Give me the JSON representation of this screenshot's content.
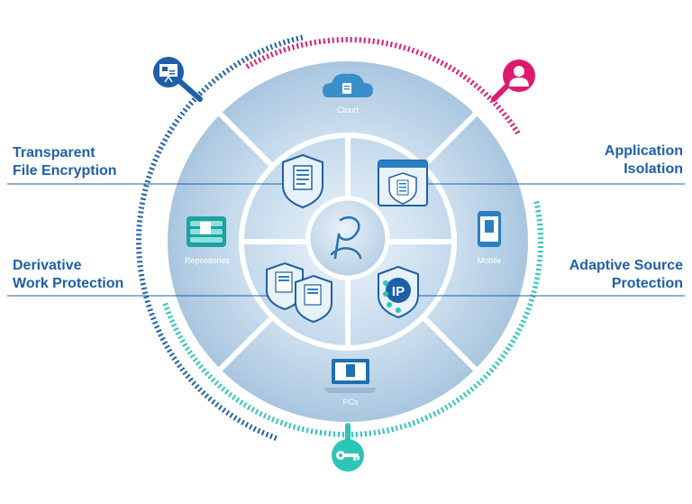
{
  "features": {
    "transparent_file_encryption": {
      "line1": "Transparent",
      "line2": "File Encryption"
    },
    "application_isolation": {
      "line1": "Application",
      "line2": "Isolation"
    },
    "derivative_work_protection": {
      "line1": "Derivative",
      "line2": "Work Protection"
    },
    "adaptive_source_protection": {
      "line1": "Adaptive Source",
      "line2": "Protection"
    }
  },
  "segments": {
    "cloud": "Cloud",
    "repositories": "Repositories",
    "mobile": "Mobile",
    "pcs": "PCs"
  },
  "badges": {
    "ip": "IP"
  },
  "colors": {
    "blue": "#1f5fa8",
    "pink": "#e0196e",
    "teal": "#2bc6b6",
    "disc_outer": "#b9d3e8",
    "disc_inner": "#d6e6f3"
  },
  "icons": {
    "top_left": "presentation-icon",
    "top_right": "user-icon",
    "bottom": "key-icon",
    "center": "logo-icon"
  }
}
